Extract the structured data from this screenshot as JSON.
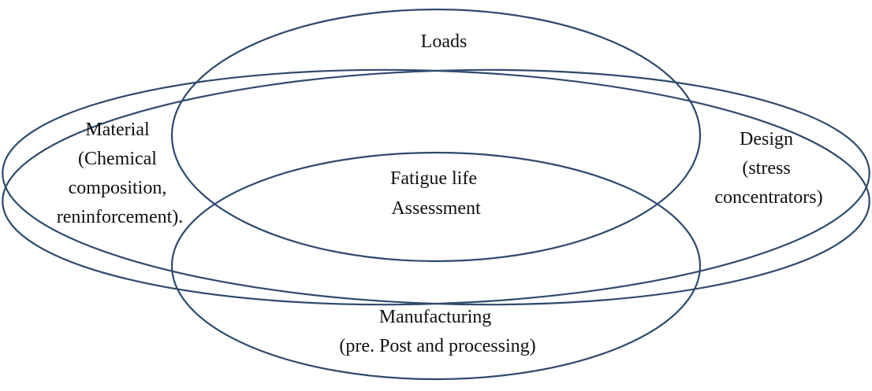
{
  "diagram": {
    "regions": {
      "loads": {
        "lines": [
          "Loads"
        ]
      },
      "material": {
        "lines": [
          "Material",
          "(Chemical",
          "composition,",
          "reninforcement)."
        ]
      },
      "design": {
        "lines": [
          "Design",
          "(stress",
          "concentrators)"
        ]
      },
      "manufacturing": {
        "lines": [
          "Manufacturing",
          "(pre. Post and processing)"
        ]
      },
      "center": {
        "lines": [
          "Fatigue life",
          "Assessment"
        ]
      }
    },
    "colors": {
      "outline": "#2f4a6e",
      "text": "#111111",
      "background": "#ffffff"
    }
  }
}
